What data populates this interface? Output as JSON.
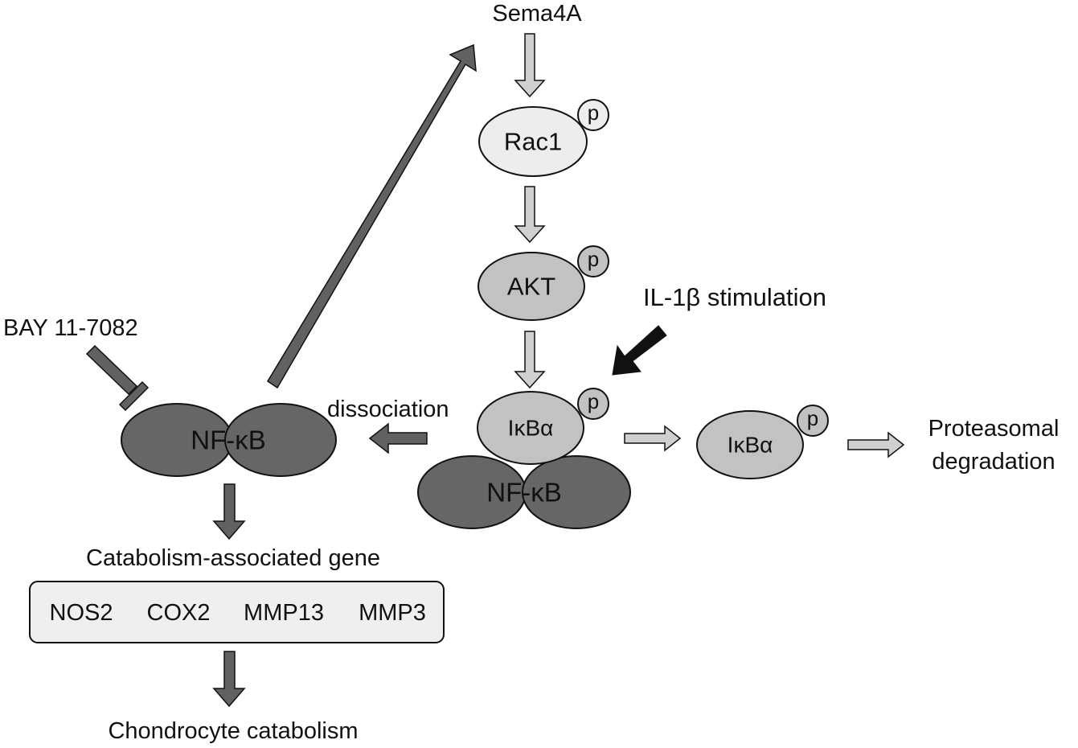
{
  "labels": {
    "sema4a": "Sema4A",
    "rac1": "Rac1",
    "akt": "AKT",
    "il1b": "IL-1β stimulation",
    "bay": "BAY 11-7082",
    "dissociation": "dissociation",
    "nfkb": "NF-κB",
    "nfkb_bound": "NF-κB",
    "ikba_bound": "IκBα",
    "ikba_free": "IκBα",
    "proteasomal_1": "Proteasomal",
    "proteasomal_2": "degradation",
    "catabolism_gene": "Catabolism-associated gene",
    "chondrocyte": "Chondrocyte catabolism",
    "phospho": "p"
  },
  "genes": [
    "NOS2",
    "COX2",
    "MMP13",
    "MMP3"
  ],
  "colors": {
    "dark_node": "#666666",
    "mid_node": "#c2c2c2",
    "light_node": "#ededed",
    "arrow_dark": "#616161",
    "arrow_light": "#d0d0d0",
    "arrow_black": "#111111",
    "stroke": "#111111"
  }
}
